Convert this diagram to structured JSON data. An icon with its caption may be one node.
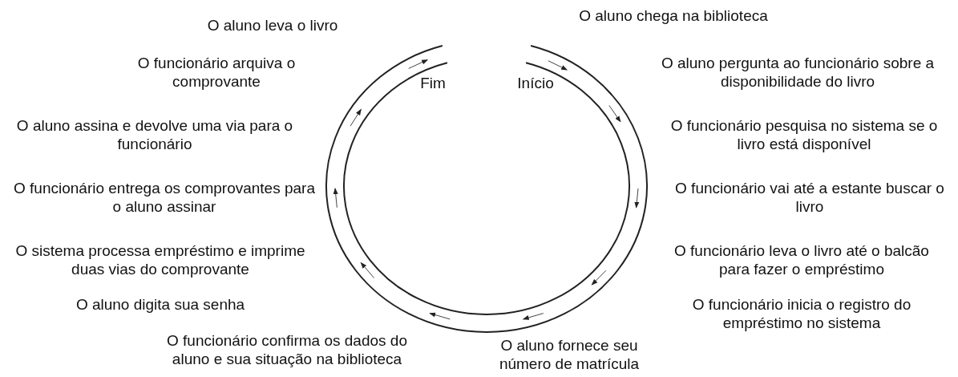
{
  "diagram": {
    "labels": [
      "O aluno chega na biblioteca",
      "O aluno leva o livro",
      "O funcionário arquiva o comprovante",
      "O aluno pergunta ao funcionário sobre a disponibilidade do livro",
      "Fim",
      "Início",
      "O aluno assina e devolve uma via para o funcionário",
      "O funcionário pesquisa no sistema se o livro está disponível",
      "O funcionário entrega os comprovantes para o aluno assinar",
      "O funcionário vai até a estante buscar o livro",
      "O sistema processa empréstimo e imprime duas vias do comprovante",
      "O funcionário leva o livro até o balcão para fazer o empréstimo",
      "O aluno digita sua senha",
      "O funcionário inicia o registro do empréstimo no sistema",
      "O funcionário confirma os dados do aluno e sua situação na biblioteca",
      "O aluno fornece seu número de matrícula"
    ]
  }
}
